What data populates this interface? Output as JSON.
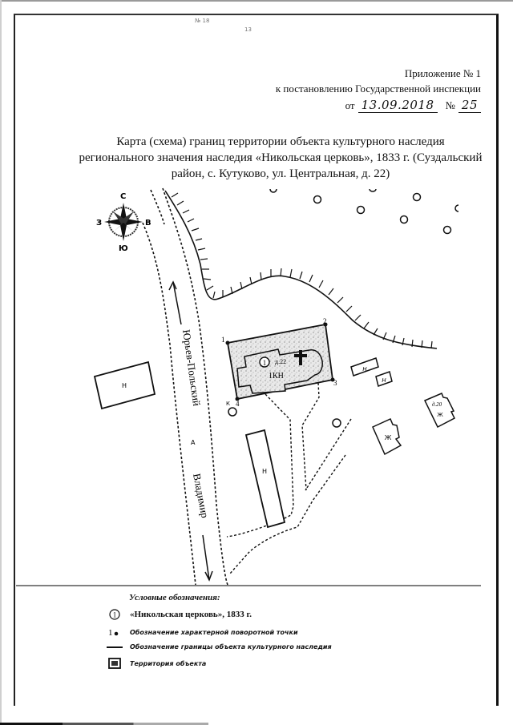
{
  "header_marks": {
    "stamp_top": "№ 18",
    "stamp_page": "13"
  },
  "annex": {
    "line1": "Приложение № 1",
    "line2": "к постановлению Государственной инспекции",
    "date_prefix": "от",
    "date_value": "13.09.2018",
    "number_prefix": "№",
    "number_value": "25"
  },
  "title": {
    "line1": "Карта (схема) границ территории объекта культурного наследия",
    "line2": "регионального значения наследия «Никольская церковь», 1833 г.  (Суздальский",
    "line3": "район, с. Кутуково, ул. Центральная, д. 22)"
  },
  "compass": {
    "north": "С",
    "south": "Ю",
    "west": "З",
    "east": "В"
  },
  "map": {
    "road_label_upper": "Юрьев-Польский",
    "road_label_lower": "Владимир",
    "road_marker": "А",
    "object_number": "1",
    "object_house": "д.22",
    "object_code": "1КН",
    "points": [
      "1",
      "2",
      "3",
      "4"
    ],
    "well_label": "К",
    "buildings": [
      {
        "id": "left-building",
        "label": "Н"
      },
      {
        "id": "long-building",
        "label": "Н"
      },
      {
        "id": "small-building-1",
        "label": "Н"
      },
      {
        "id": "small-building-2",
        "label": "Н"
      },
      {
        "id": "house-lower",
        "label": "Ж"
      },
      {
        "id": "house-20",
        "label": "Ж",
        "number": "д.20"
      }
    ]
  },
  "legend": {
    "title": "Условные обозначения:",
    "items": [
      {
        "symbol": "circle-1",
        "symbol_text": "1",
        "text": "«Никольская церковь», 1833 г."
      },
      {
        "symbol": "point",
        "symbol_text": "1",
        "text": "Обозначение характерной поворотной точки"
      },
      {
        "symbol": "line",
        "text": "Обозначение границы объекта культурного наследия"
      },
      {
        "symbol": "territory",
        "text": "Территория объекта"
      }
    ]
  }
}
